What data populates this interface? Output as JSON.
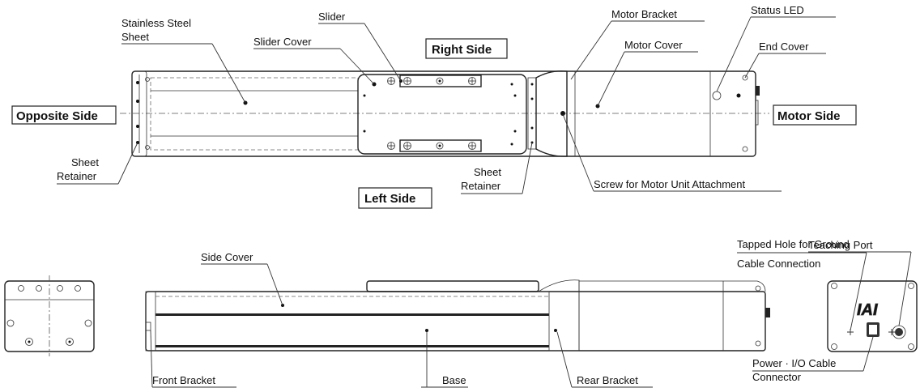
{
  "labels": {
    "stainless_steel_sheet_1": "Stainless Steel",
    "stainless_steel_sheet_2": "Sheet",
    "slider": "Slider",
    "slider_cover": "Slider Cover",
    "motor_bracket": "Motor Bracket",
    "status_led": "Status LED",
    "motor_cover": "Motor Cover",
    "end_cover": "End Cover",
    "sheet_retainer_left_1": "Sheet",
    "sheet_retainer_left_2": "Retainer",
    "sheet_retainer_right_1": "Sheet",
    "sheet_retainer_right_2": "Retainer",
    "screw_motor_unit": "Screw for Motor Unit Attachment",
    "teaching_port": "Teaching Port",
    "tapped_hole_1": "Tapped Hole for Ground",
    "tapped_hole_2": "Cable Connection",
    "side_cover": "Side Cover",
    "front_bracket": "Front Bracket",
    "base": "Base",
    "rear_bracket": "Rear Bracket",
    "power_io_1": "Power · I/O Cable",
    "power_io_2": "Connector",
    "logo": "IAI"
  },
  "sides": {
    "right": "Right Side",
    "left": "Left Side",
    "opposite": "Opposite Side",
    "motor": "Motor Side"
  }
}
